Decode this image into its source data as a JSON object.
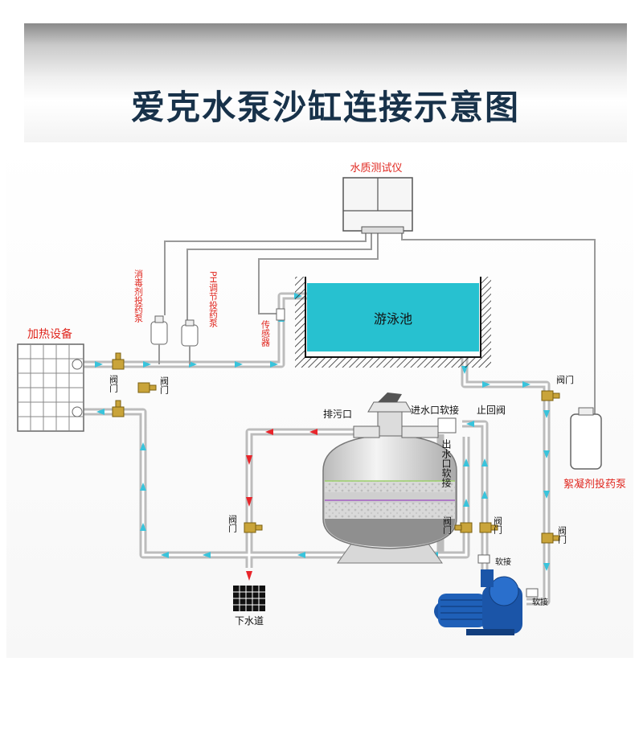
{
  "title": "爱克水泵沙缸连接示意图",
  "labels": {
    "water_tester": "水质测试仪",
    "heater": "加热设备",
    "disinfectant_pump": "消毒剂投药泵",
    "ph_pump": "PH调节投药泵",
    "sensor": "传感器",
    "pool": "游泳池",
    "drain_port": "排污口",
    "inlet_hose": "进水口软接",
    "check_valve": "止回阀",
    "outlet_hose": "出水口软接",
    "valve": "阀门",
    "flocculant_pump": "絮凝剂投药泵",
    "hose": "软接",
    "sewer": "下水道"
  },
  "colors": {
    "title": "#18324a",
    "pool": "#27c1d0",
    "flow_arrow": "#39c4dc",
    "drain_arrow": "#e8252b",
    "label_red": "#e0261e",
    "pump": "#1b55a8"
  }
}
